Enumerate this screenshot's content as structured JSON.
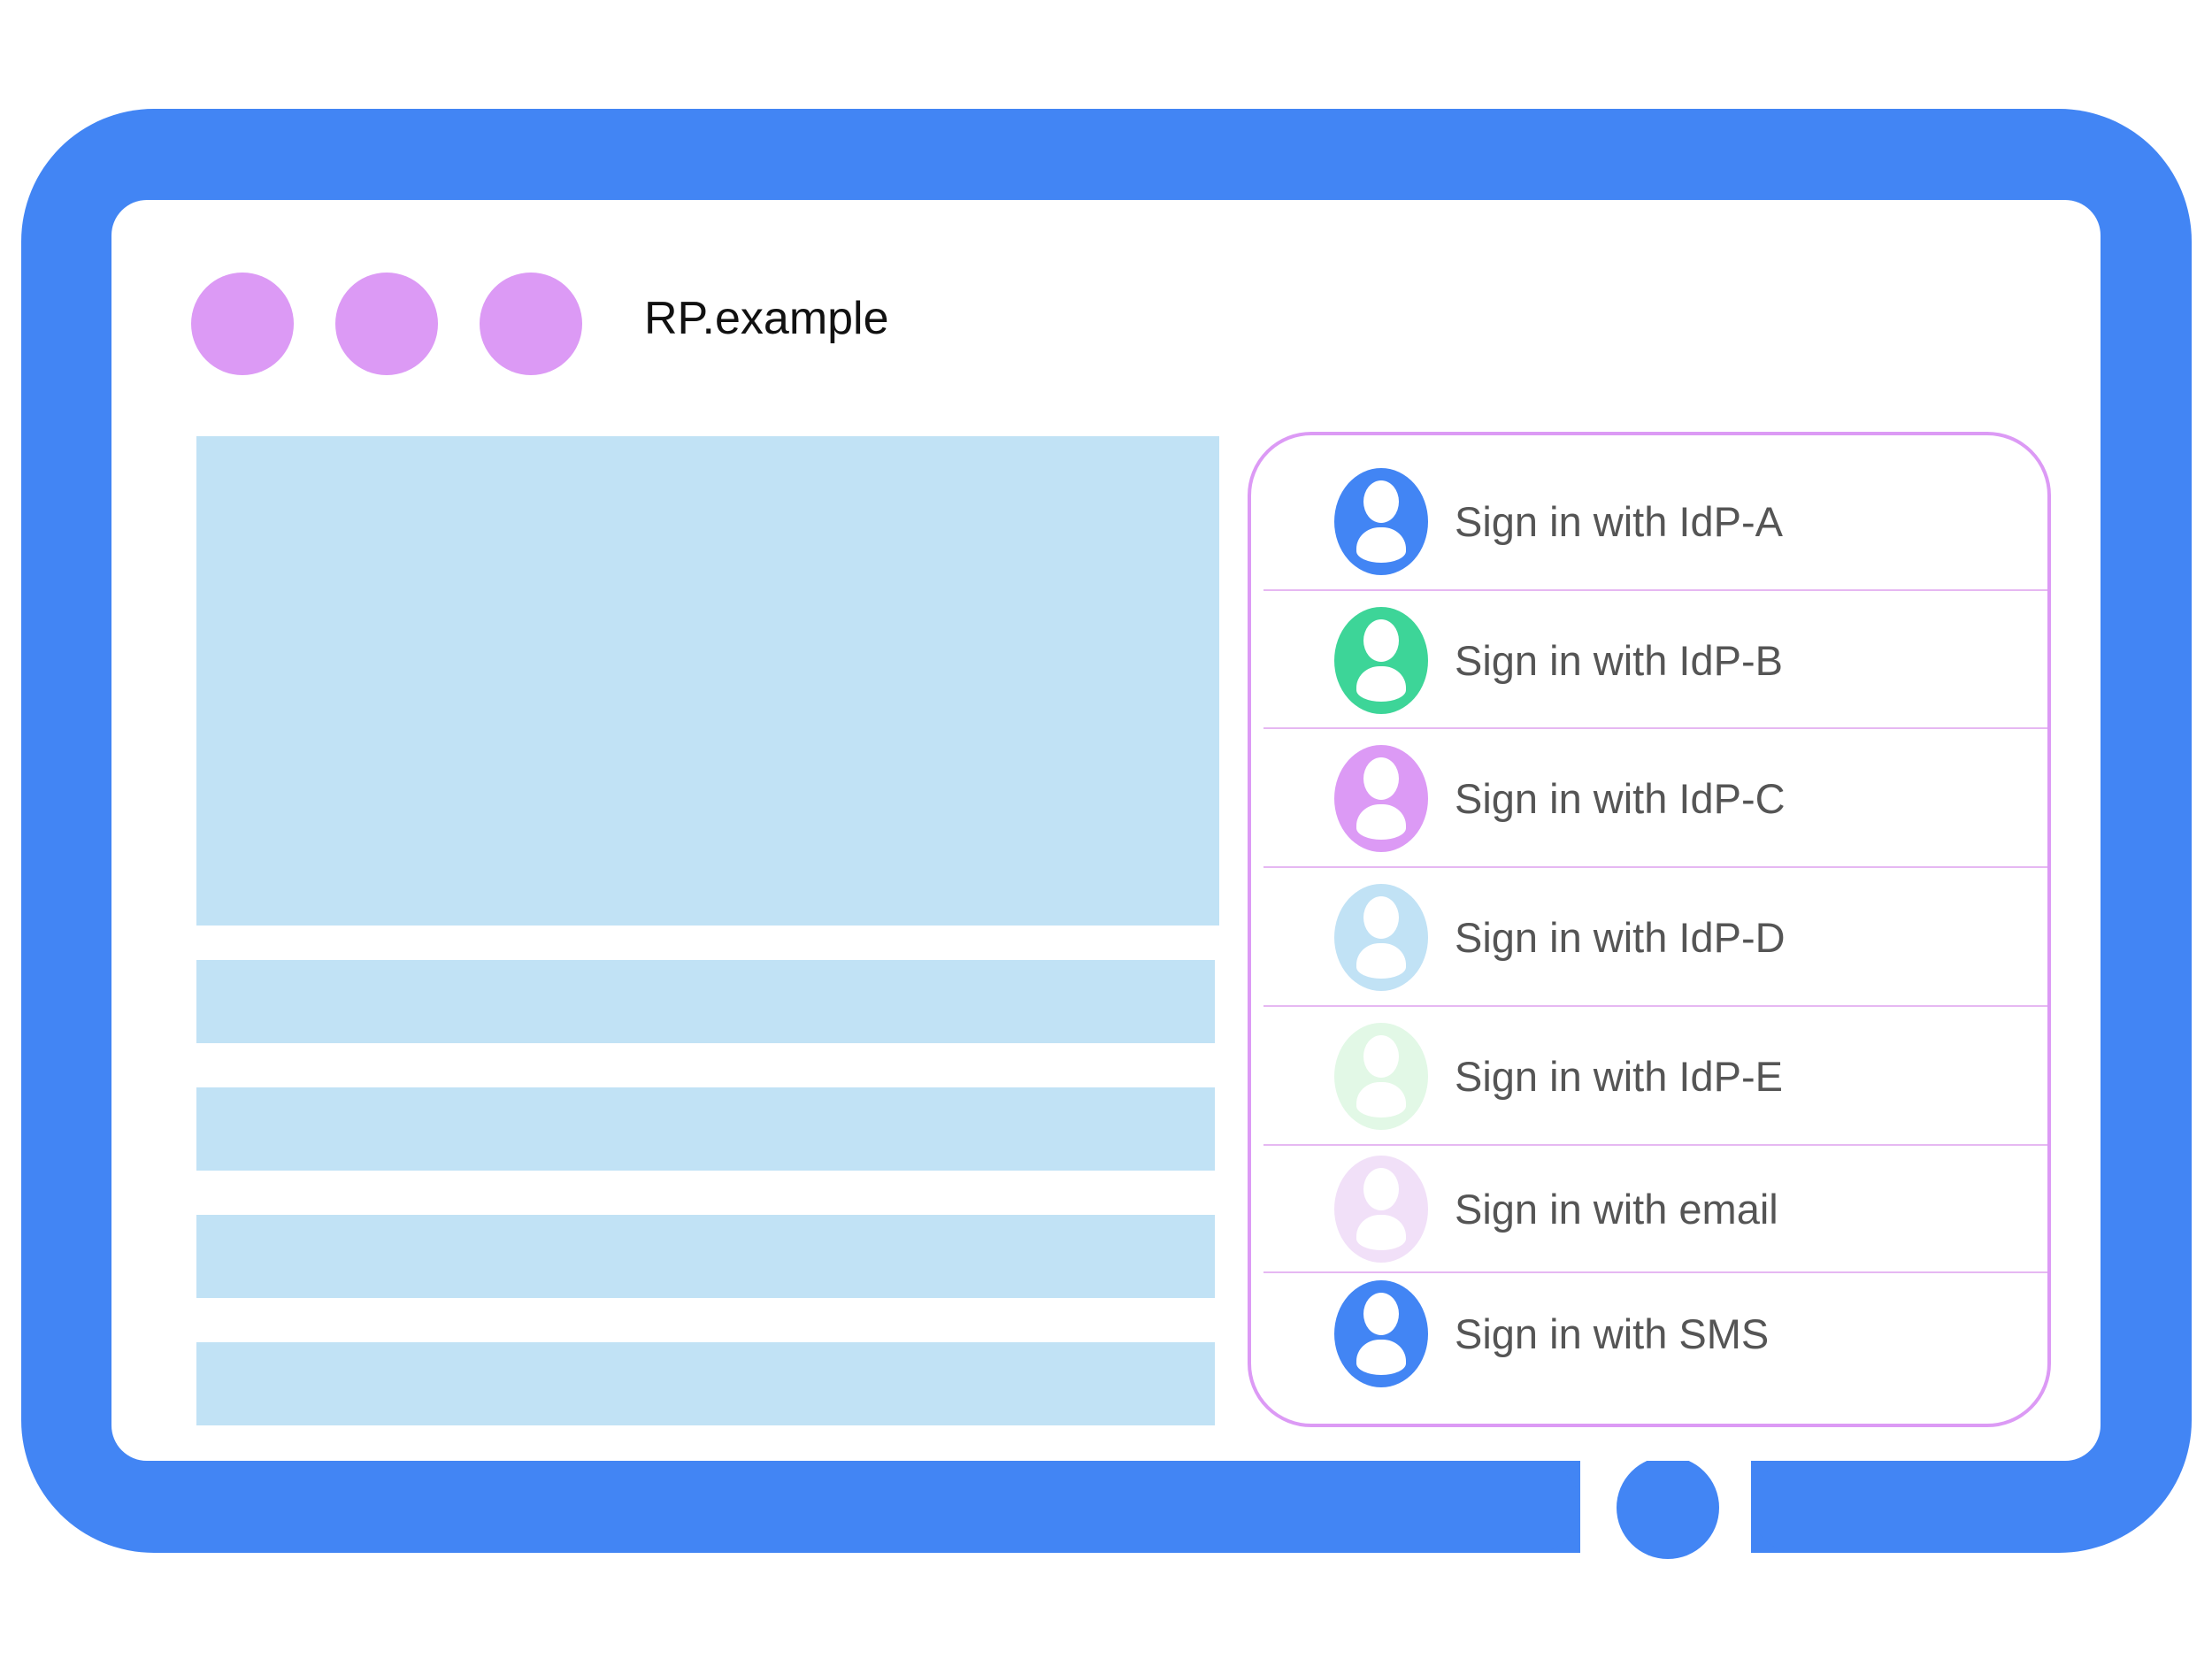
{
  "site": {
    "title": "RP.example"
  },
  "colors": {
    "frame": "#4285f4",
    "dots": "#dc9af5",
    "content_blocks": "#c1e2f5",
    "panel_border": "#dc9af5",
    "text": "#555555"
  },
  "sign_in_options": [
    {
      "label": "Sign in with IdP-A",
      "icon": "user-avatar-icon",
      "color": "#4285f4"
    },
    {
      "label": "Sign in with IdP-B",
      "icon": "user-avatar-icon",
      "color": "#3dd598"
    },
    {
      "label": "Sign in with IdP-C",
      "icon": "user-avatar-icon",
      "color": "#dc9af5"
    },
    {
      "label": "Sign in with IdP-D",
      "icon": "user-avatar-icon",
      "color": "#c1e2f5"
    },
    {
      "label": "Sign in with IdP-E",
      "icon": "user-avatar-icon",
      "color": "#e2f8e6"
    },
    {
      "label": "Sign in with email",
      "icon": "user-avatar-icon",
      "color": "#f1e0f8"
    },
    {
      "label": "Sign in with SMS",
      "icon": "user-avatar-icon",
      "color": "#4285f4"
    }
  ]
}
